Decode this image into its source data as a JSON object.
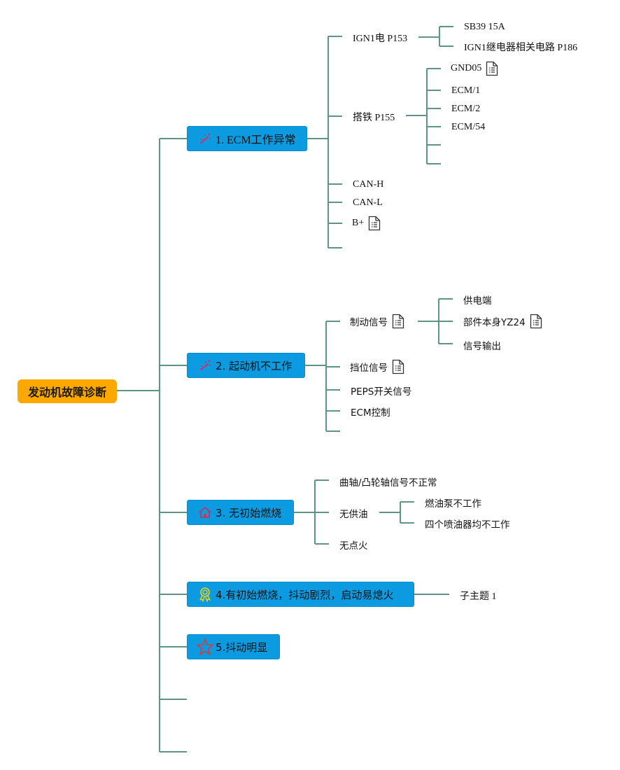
{
  "root": {
    "label": "发动机故障诊断",
    "color": "#fda800"
  },
  "branches": [
    {
      "label": "1. ECM工作异常",
      "icon": "wand-icon",
      "children": [
        {
          "label": "IGN1电 P153",
          "children": [
            {
              "label": "SB39 15A"
            },
            {
              "label": "IGN1继电器相关电路 P186"
            }
          ]
        },
        {
          "label": "搭铁 P155",
          "children": [
            {
              "label": "GND05",
              "note": true
            },
            {
              "label": "ECM/1"
            },
            {
              "label": "ECM/2"
            },
            {
              "label": "ECM/54"
            },
            {
              "label": ""
            },
            {
              "label": ""
            }
          ]
        },
        {
          "label": "CAN-H"
        },
        {
          "label": "CAN-L"
        },
        {
          "label": "B+",
          "note": true
        },
        {
          "label": ""
        }
      ]
    },
    {
      "label": "2. 起动机不工作",
      "icon": "wand-icon",
      "children": [
        {
          "label": "制动信号",
          "note": true,
          "children": [
            {
              "label": "供电端"
            },
            {
              "label": "部件本身YZ24",
              "note": true
            },
            {
              "label": "信号输出"
            }
          ]
        },
        {
          "label": "挡位信号",
          "note": true
        },
        {
          "label": "PEPS开关信号"
        },
        {
          "label": "ECM控制"
        },
        {
          "label": ""
        }
      ]
    },
    {
      "label": "3. 无初始燃烧",
      "icon": "home-icon",
      "children": [
        {
          "label": "曲轴/凸轮轴信号不正常"
        },
        {
          "label": "无供油",
          "children": [
            {
              "label": "燃油泵不工作"
            },
            {
              "label": "四个喷油器均不工作"
            }
          ]
        },
        {
          "label": "无点火"
        }
      ]
    },
    {
      "label": "4.有初始燃烧，抖动剧烈，启动易熄火",
      "icon": "award-icon",
      "children": [
        {
          "label": "子主题 1"
        }
      ]
    },
    {
      "label": "5.抖动明显",
      "icon": "star-icon",
      "children": []
    },
    {
      "label": "",
      "empty": true
    },
    {
      "label": "",
      "empty": true
    }
  ],
  "colors": {
    "line": "#5e9385",
    "main_topic": "#0c9be0",
    "root": "#fda800",
    "icon_wand": "#d0306a",
    "icon_home": "#c8305a",
    "icon_award": "#e5d21a",
    "icon_star": "#d63a3a"
  }
}
